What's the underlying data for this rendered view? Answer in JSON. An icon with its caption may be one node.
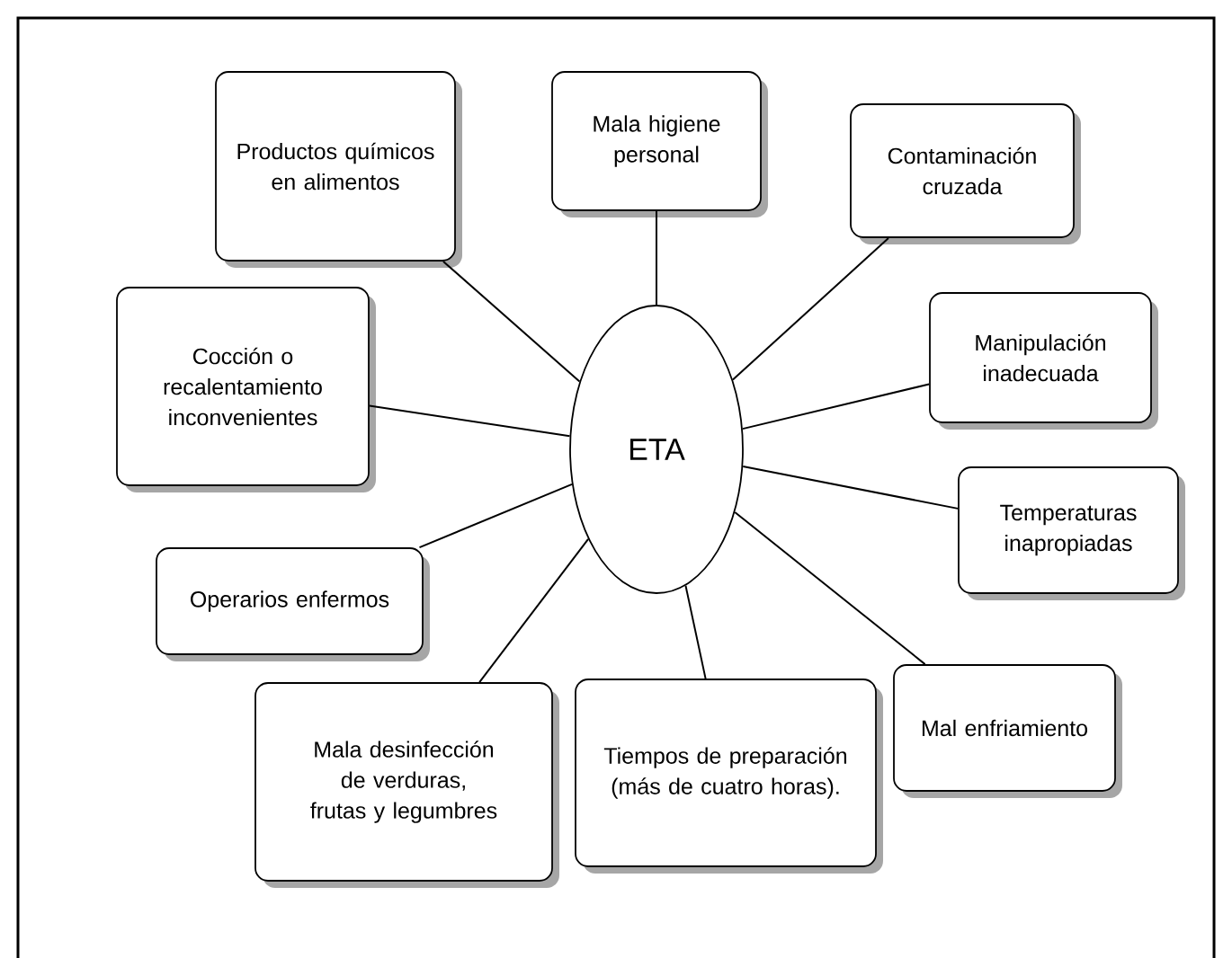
{
  "diagram": {
    "nodes": [
      {
        "text": [
          "Productos químicos en alimentos"
        ]
      },
      {
        "text": [
          "Mala higiene personal"
        ]
      },
      {
        "text": [
          "Contaminación cruzada"
        ]
      },
      {
        "text": [
          "Manipulación inadecuada"
        ]
      },
      {
        "text": [
          "Cocción o recalentamiento inconvenientes"
        ]
      },
      {
        "text": [
          "ETA"
        ]
      },
      {
        "text": [
          "Temperaturas inapropiadas"
        ]
      },
      {
        "text": [
          "Operarios enfermos"
        ]
      },
      {
        "text": [
          "Mala desinfección de verduras, frutas y legumbres"
        ]
      },
      {
        "text": [
          "Tiempos de preparación (más de cuatro horas)."
        ]
      },
      {
        "text": [
          "Mal enfriamiento"
        ]
      }
    ],
    "edges": [
      {
        "from": 0,
        "to": 5,
        "arrow": "none"
      },
      {
        "from": 1,
        "to": 5,
        "arrow": "none"
      },
      {
        "from": 2,
        "to": 5,
        "arrow": "none"
      },
      {
        "from": 3,
        "to": 5,
        "arrow": "none"
      },
      {
        "from": 4,
        "to": 5,
        "arrow": "none"
      },
      {
        "from": 6,
        "to": 5,
        "arrow": "none"
      },
      {
        "from": 7,
        "to": 5,
        "arrow": "none"
      },
      {
        "from": 8,
        "to": 5,
        "arrow": "none"
      },
      {
        "from": 9,
        "to": 5,
        "arrow": "none"
      },
      {
        "from": 10,
        "to": 5,
        "arrow": "none"
      }
    ]
  }
}
